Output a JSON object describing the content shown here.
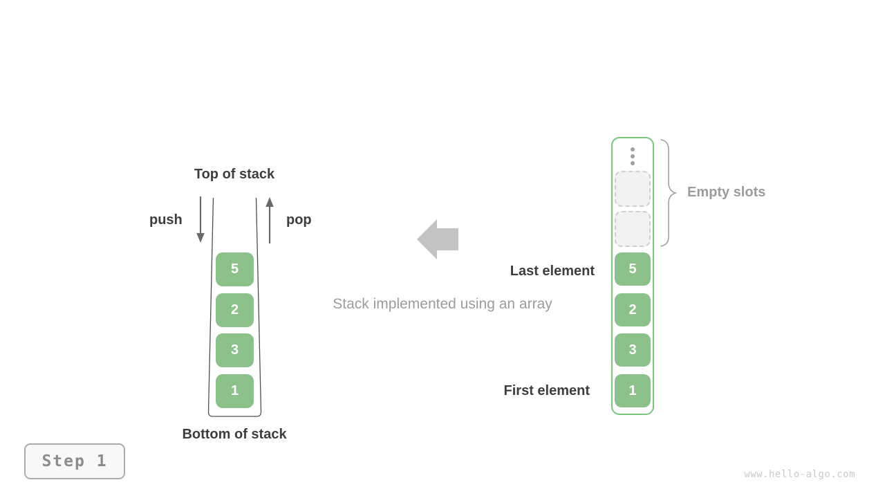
{
  "left_stack": {
    "top_label": "Top of stack",
    "bottom_label": "Bottom of stack",
    "push_label": "push",
    "pop_label": "pop",
    "items": [
      "5",
      "2",
      "3",
      "1"
    ]
  },
  "center": {
    "caption": "Stack implemented using an array"
  },
  "array_view": {
    "items": [
      "5",
      "2",
      "3",
      "1"
    ],
    "empty_slots_count": 2,
    "empty_slots_label": "Empty slots",
    "last_element_label": "Last element",
    "first_element_label": "First element"
  },
  "footer": {
    "step_label": "Step 1",
    "watermark": "www.hello-algo.com"
  },
  "colors": {
    "box_green": "#8cc18c",
    "array_border_green": "#7cc47c",
    "empty_slot_fill": "#f2f2f2",
    "empty_slot_border": "#cfcfcf",
    "dark_text": "#3d3d3d",
    "muted_text": "#9c9c9c",
    "block_arrow_gray": "#c3c3c3",
    "line_gray": "#6a6a6a",
    "container_outline": "#4f4f4f"
  }
}
